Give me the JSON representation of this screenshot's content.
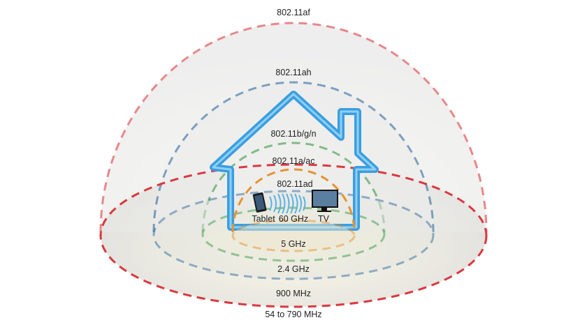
{
  "rings": [
    {
      "standard": "802.11af",
      "band": "54 to 790 MHz",
      "color": "#d8393f"
    },
    {
      "standard": "802.11ah",
      "band": "900 MHz",
      "color": "#2f6aa0"
    },
    {
      "standard": "802.11b/g/n",
      "band": "2.4 GHz",
      "color": "#3a9a45"
    },
    {
      "standard": "802.11a/ac",
      "band": "5 GHz",
      "color": "#e8932f"
    },
    {
      "standard": "802.11ad",
      "band": "60 GHz",
      "color": "#5ab4e0"
    }
  ],
  "devices": {
    "tablet": "Tablet",
    "tv": "TV"
  },
  "house_color": "#3a9ee0"
}
